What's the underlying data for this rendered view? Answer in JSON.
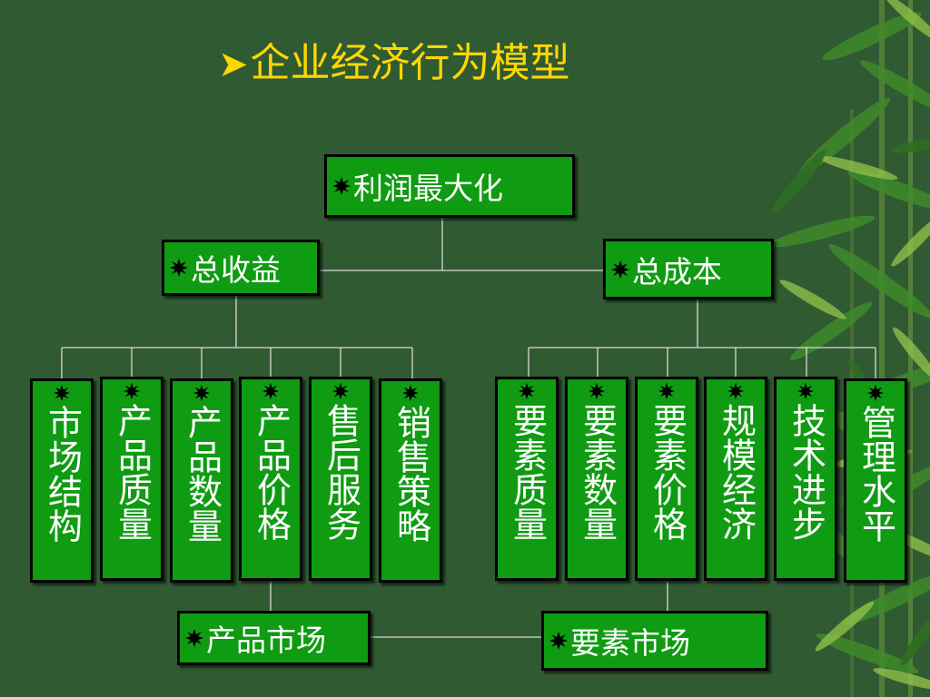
{
  "title": "企业经济行为模型",
  "title_marker": "arrow-bullet-icon",
  "bullet_icon": "star-burst-icon",
  "colors": {
    "background": "#2f5a32",
    "box_fill": "#0f9b12",
    "title": "#ffd700",
    "text": "#ffffff"
  },
  "nodes": {
    "root": "利润最大化",
    "revenue": "总收益",
    "cost": "总成本",
    "product_market": "产品市场",
    "factor_market": "要素市场"
  },
  "revenue_factors": [
    "市场结构",
    "产品质量",
    "产品数量",
    "产品价格",
    "售后服务",
    "销售策略"
  ],
  "cost_factors": [
    "要素质量",
    "要素数量",
    "要素价格",
    "规模经济",
    "技术进步",
    "管理水平"
  ]
}
